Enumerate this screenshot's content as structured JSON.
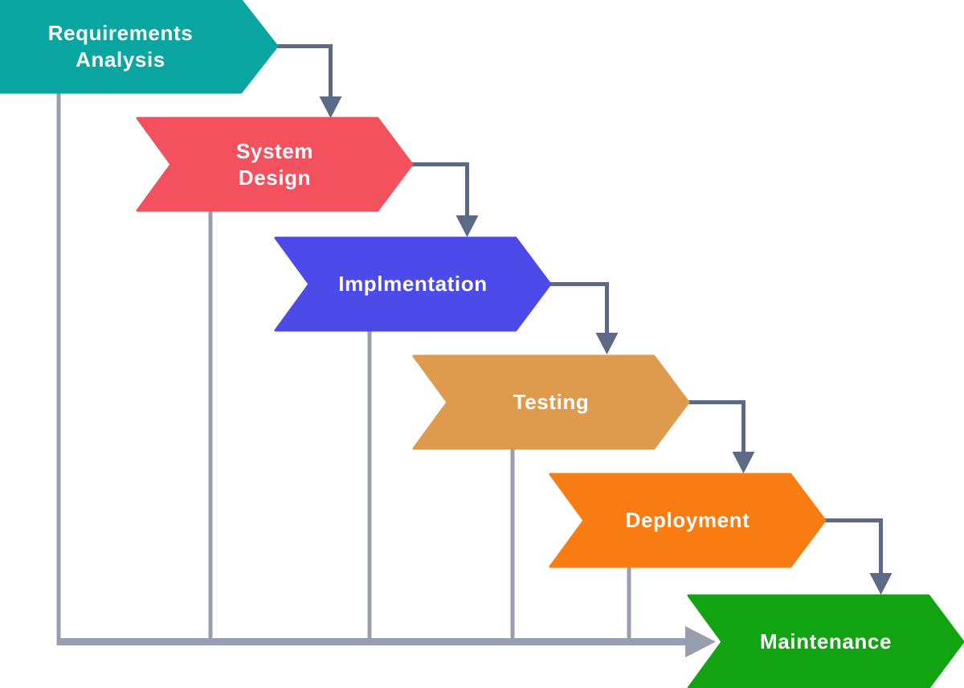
{
  "diagram_type": "waterfall-process-flow",
  "background_color": "#ffffff",
  "text_color": "#ffffff",
  "phases": [
    {
      "label": "Requirements\nAnalysis",
      "color": "#0ba5a1"
    },
    {
      "label": "System\nDesign",
      "color": "#f4515f"
    },
    {
      "label": "Implmentation",
      "color": "#4c4be9"
    },
    {
      "label": "Testing",
      "color": "#de9b4d"
    },
    {
      "label": "Deployment",
      "color": "#f97c13"
    },
    {
      "label": "Maintenance",
      "color": "#12a312"
    }
  ],
  "connectors": {
    "elbow_color": "#5c6a87",
    "feedback_color": "#989eb0"
  }
}
